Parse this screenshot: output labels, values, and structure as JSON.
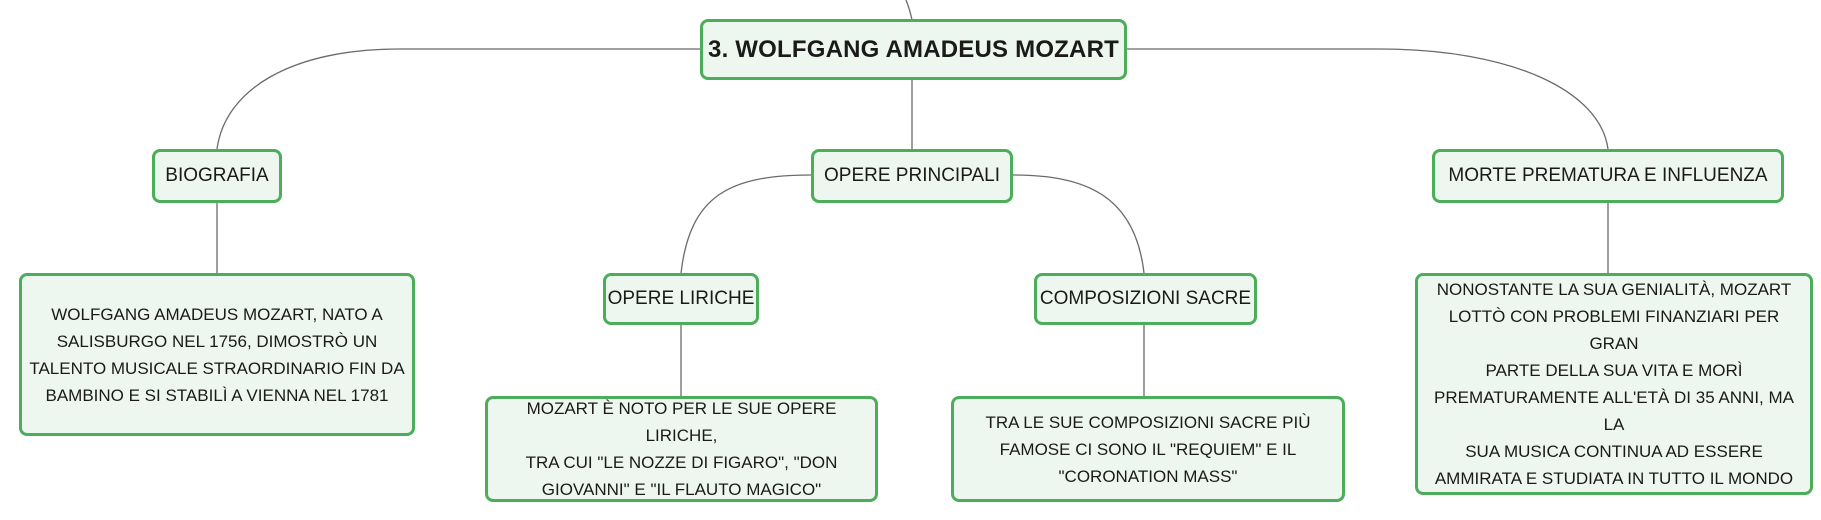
{
  "colors": {
    "node_border": "#4cae5b",
    "node_fill": "#eef7ef",
    "connector": "#6b6b6b",
    "text": "#1a1a1a"
  },
  "root": {
    "title": "3. WOLFGANG AMADEUS MOZART"
  },
  "branches": {
    "biografia": {
      "label": "BIOGRAFIA",
      "text": [
        "WOLFGANG AMADEUS MOZART, NATO A",
        "SALISBURGO NEL 1756, DIMOSTRÒ UN",
        "TALENTO MUSICALE STRAORDINARIO FIN DA",
        "BAMBINO E SI STABILÌ A VIENNA NEL 1781"
      ]
    },
    "opere": {
      "label": "OPERE PRINCIPALI",
      "liriche": {
        "label": "OPERE LIRICHE",
        "text": [
          "MOZART È NOTO PER LE SUE OPERE LIRICHE,",
          "TRA CUI \"LE NOZZE DI FIGARO\", \"DON",
          "GIOVANNI\" E \"IL FLAUTO MAGICO\""
        ]
      },
      "sacre": {
        "label": "COMPOSIZIONI SACRE",
        "text": [
          "TRA LE SUE COMPOSIZIONI SACRE PIÙ",
          "FAMOSE CI SONO IL \"REQUIEM\" E IL",
          "\"CORONATION MASS\""
        ]
      }
    },
    "morte": {
      "label": "MORTE PREMATURA E INFLUENZA",
      "text": [
        "NONOSTANTE LA SUA GENIALITÀ, MOZART",
        "LOTTÒ CON PROBLEMI FINANZIARI PER GRAN",
        "PARTE DELLA SUA VITA E MORÌ",
        "PREMATURAMENTE ALL'ETÀ DI 35 ANNI, MA LA",
        "SUA MUSICA CONTINUA AD ESSERE",
        "AMMIRATA E STUDIATA IN TUTTO IL MONDO"
      ]
    }
  }
}
